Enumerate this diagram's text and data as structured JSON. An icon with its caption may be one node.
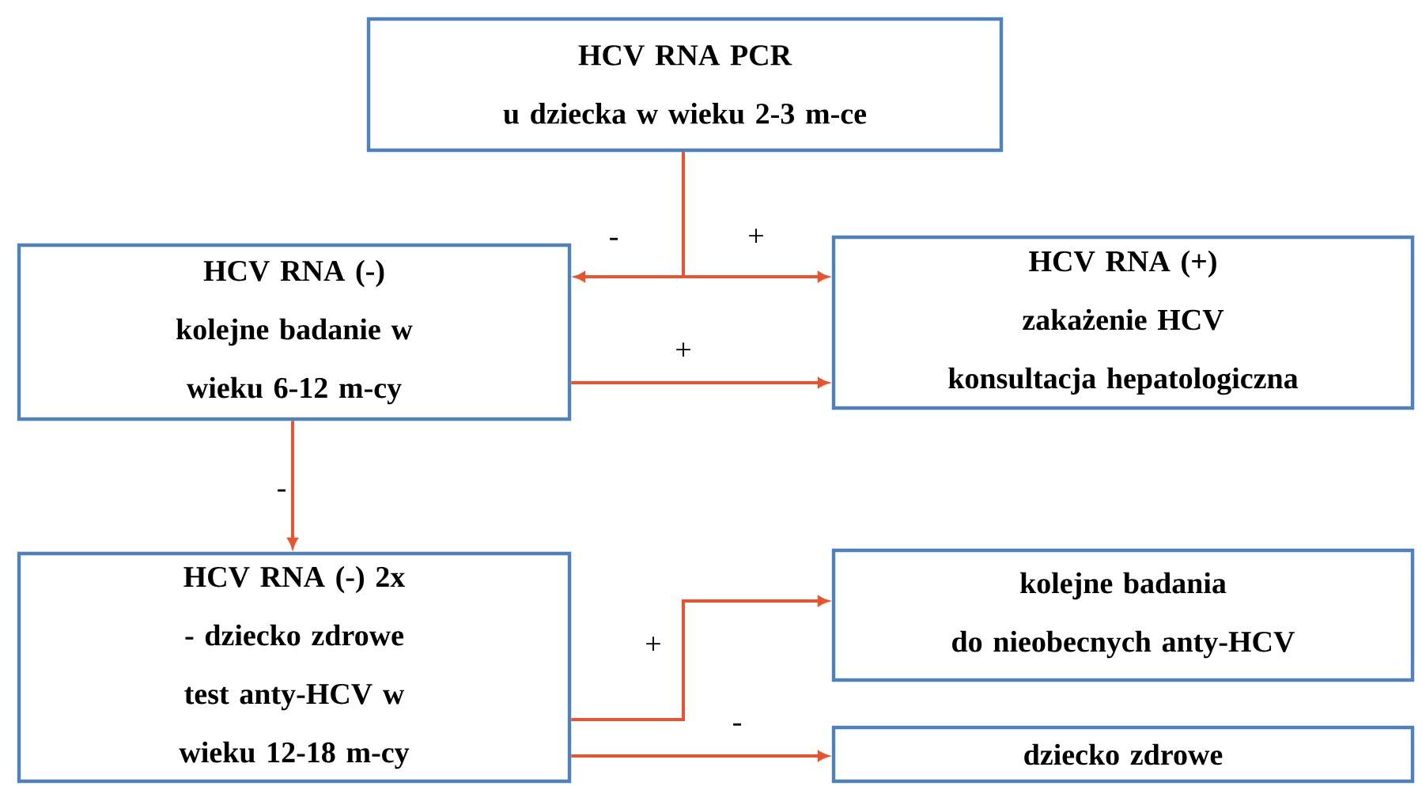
{
  "diagram": {
    "nodes": [
      {
        "text": [
          "HCV RNA PCR",
          "u dziecka w wieku 2-3 m-ce"
        ]
      },
      {
        "text": [
          "HCV RNA (-)",
          "kolejne badanie w wieku 6-12 m-cy"
        ]
      },
      {
        "text": [
          "HCV RNA (+)",
          "zakażenie HCV",
          "konsultacja hepatologiczna"
        ]
      },
      {
        "text": [
          "HCV RNA (-) 2x",
          "- dziecko zdrowe",
          "test anty-HCV w wieku 12-18 m-cy"
        ]
      },
      {
        "text": [
          "kolejne badania",
          "do nieobecnych anty-HCV"
        ]
      },
      {
        "text": [
          "dziecko zdrowe"
        ]
      }
    ],
    "edges": [
      {
        "from": 0,
        "to": 1,
        "arrow": "to",
        "label": "-"
      },
      {
        "from": 0,
        "to": 2,
        "arrow": "to",
        "label": "+"
      },
      {
        "from": 1,
        "to": 2,
        "arrow": "to",
        "label": "+"
      },
      {
        "from": 1,
        "to": 3,
        "arrow": "to",
        "label": "-"
      },
      {
        "from": 3,
        "to": 4,
        "arrow": "to",
        "label": "+"
      },
      {
        "from": 3,
        "to": 5,
        "arrow": "to",
        "label": "-"
      }
    ]
  }
}
